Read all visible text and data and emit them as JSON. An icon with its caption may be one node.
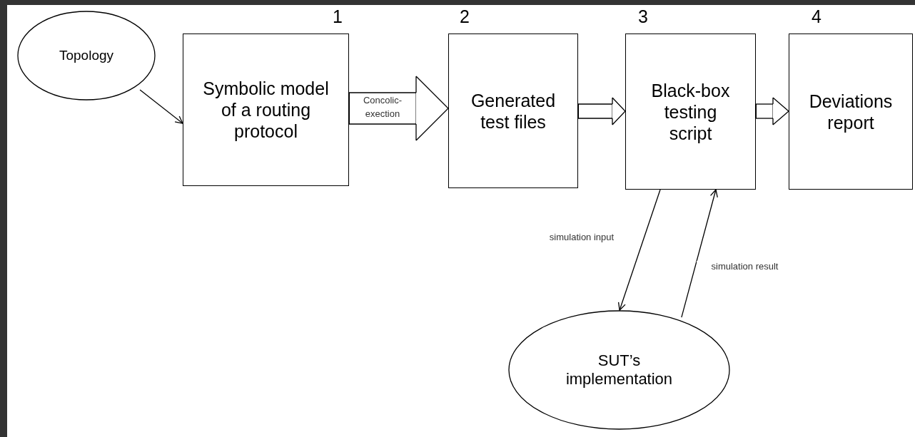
{
  "diagram": {
    "nodes": [
      {
        "text": [
          "Topology"
        ]
      },
      {
        "text": [
          "Symbolic model of a routing protocol"
        ],
        "beside": [
          "1"
        ]
      },
      {
        "text": [
          "Generated test files"
        ],
        "beside": [
          "2"
        ]
      },
      {
        "text": [
          "Black-box testing script"
        ],
        "beside": [
          "3"
        ]
      },
      {
        "text": [
          "Deviations report"
        ],
        "beside": [
          "4"
        ]
      },
      {
        "text": [
          "SUT’s implementation"
        ]
      }
    ],
    "edges": [
      {
        "from": 0,
        "to": 1,
        "arrow": "to"
      },
      {
        "from": 1,
        "to": 2,
        "arrow": "to",
        "style": "thick",
        "label": "Concolic- exection"
      },
      {
        "from": 2,
        "to": 3,
        "arrow": "to",
        "style": "thick"
      },
      {
        "from": 3,
        "to": 4,
        "arrow": "to",
        "style": "thick"
      },
      {
        "from": 3,
        "to": 5,
        "arrow": "to",
        "label": "simulation input"
      },
      {
        "from": 5,
        "to": 3,
        "arrow": "to",
        "label": "simulation result"
      }
    ]
  }
}
